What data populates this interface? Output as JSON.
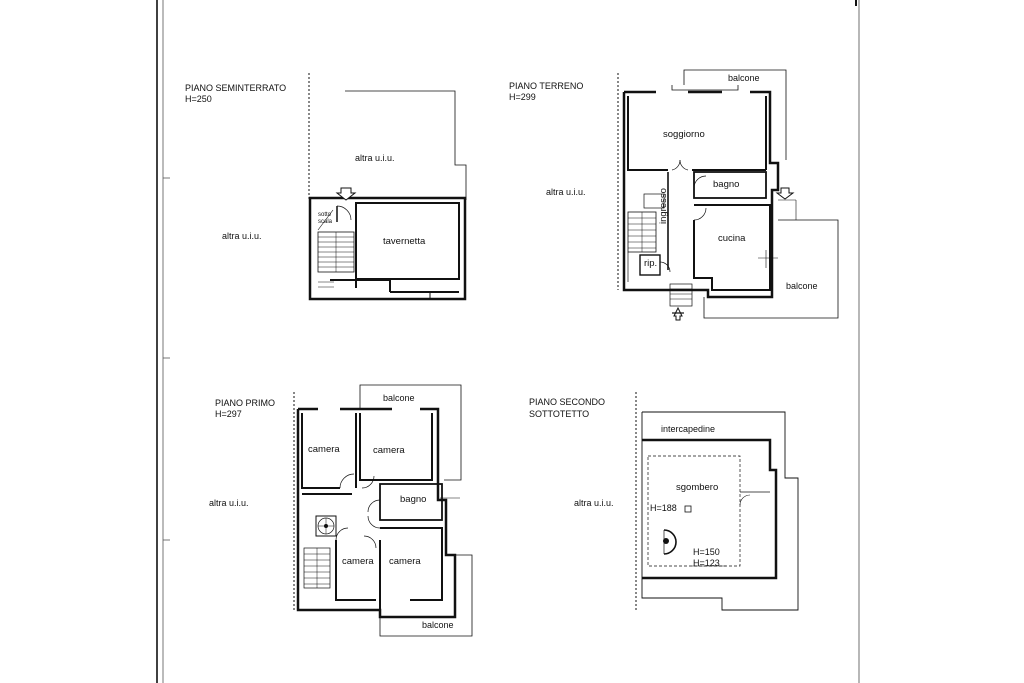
{
  "floors": {
    "seminterrato": {
      "title": "PIANO SEMINTERRATO",
      "height": "H=250",
      "other_unit_top": "altra u.i.u.",
      "other_unit_left": "altra u.i.u.",
      "stair_note_1": "sotto",
      "stair_note_2": "scala",
      "room_tavernetta": "tavernetta"
    },
    "terreno": {
      "title": "PIANO TERRENO",
      "height": "H=299",
      "other_unit_left": "altra u.i.u.",
      "room_soggiorno": "soggiorno",
      "room_bagno": "bagno",
      "room_ingresso": "ingresso",
      "room_cucina": "cucina",
      "room_rip": "rip.",
      "balcone_top": "balcone",
      "balcone_right": "balcone"
    },
    "primo": {
      "title": "PIANO PRIMO",
      "height": "H=297",
      "other_unit_left": "altra u.i.u.",
      "room_camera_1": "camera",
      "room_camera_2": "camera",
      "room_bagno": "bagno",
      "room_camera_3": "camera",
      "room_camera_4": "camera",
      "balcone_top": "balcone",
      "balcone_bottom": "balcone"
    },
    "secondo": {
      "title_line1": "PIANO SECONDO",
      "title_line2": "SOTTOTETTO",
      "other_unit_left": "altra u.i.u.",
      "intercapedine": "intercapedine",
      "room_sgombero": "sgombero",
      "h_188": "H=188",
      "h_150": "H=150",
      "h_123": "H=123"
    }
  }
}
